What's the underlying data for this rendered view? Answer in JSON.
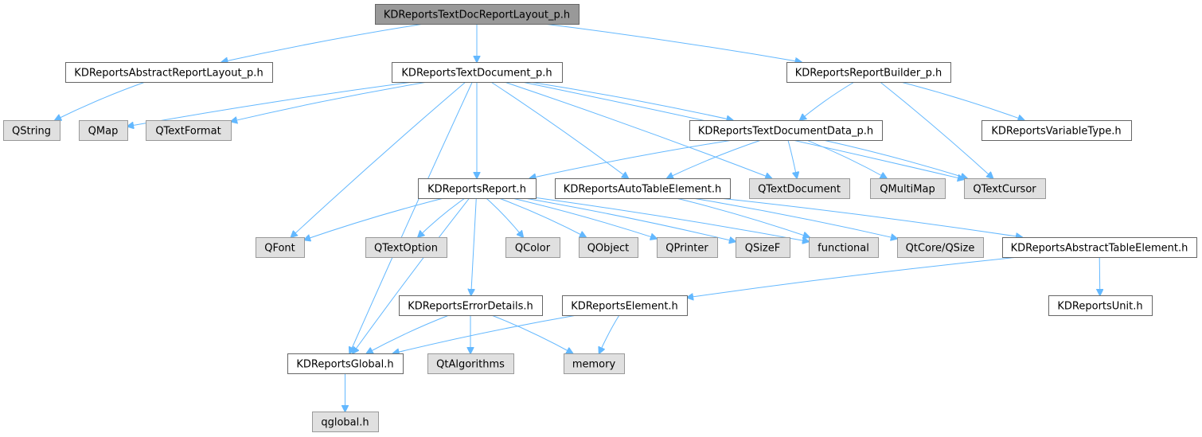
{
  "colors": {
    "edge": "#63b8ff",
    "root_fill": "#999999",
    "root_stroke": "#666666",
    "file_fill": "#ffffff",
    "file_stroke": "#666666",
    "external_fill": "#e0e0e0",
    "external_stroke": "#999999"
  },
  "nodes": [
    {
      "id": "root",
      "label": "KDReportsTextDocReportLayout_p.h",
      "kind": "root"
    },
    {
      "id": "abslayout",
      "label": "KDReportsAbstractReportLayout_p.h",
      "kind": "file"
    },
    {
      "id": "textdoc",
      "label": "KDReportsTextDocument_p.h",
      "kind": "file"
    },
    {
      "id": "builder",
      "label": "KDReportsReportBuilder_p.h",
      "kind": "file"
    },
    {
      "id": "qstring",
      "label": "QString",
      "kind": "external"
    },
    {
      "id": "qmap",
      "label": "QMap",
      "kind": "external"
    },
    {
      "id": "qtextformat",
      "label": "QTextFormat",
      "kind": "external"
    },
    {
      "id": "textdocdata",
      "label": "KDReportsTextDocumentData_p.h",
      "kind": "file"
    },
    {
      "id": "vartype",
      "label": "KDReportsVariableType.h",
      "kind": "file"
    },
    {
      "id": "report",
      "label": "KDReportsReport.h",
      "kind": "file"
    },
    {
      "id": "autotable",
      "label": "KDReportsAutoTableElement.h",
      "kind": "file"
    },
    {
      "id": "qtextdocument",
      "label": "QTextDocument",
      "kind": "external"
    },
    {
      "id": "qmultimap",
      "label": "QMultiMap",
      "kind": "external"
    },
    {
      "id": "qtextcursor",
      "label": "QTextCursor",
      "kind": "external"
    },
    {
      "id": "qfont",
      "label": "QFont",
      "kind": "external"
    },
    {
      "id": "qtextoption",
      "label": "QTextOption",
      "kind": "external"
    },
    {
      "id": "qcolor",
      "label": "QColor",
      "kind": "external"
    },
    {
      "id": "qobject",
      "label": "QObject",
      "kind": "external"
    },
    {
      "id": "qprinter",
      "label": "QPrinter",
      "kind": "external"
    },
    {
      "id": "qsizef",
      "label": "QSizeF",
      "kind": "external"
    },
    {
      "id": "functional",
      "label": "functional",
      "kind": "external"
    },
    {
      "id": "qtcoreqsize",
      "label": "QtCore/QSize",
      "kind": "external"
    },
    {
      "id": "abstable",
      "label": "KDReportsAbstractTableElement.h",
      "kind": "file"
    },
    {
      "id": "errordetails",
      "label": "KDReportsErrorDetails.h",
      "kind": "file"
    },
    {
      "id": "element",
      "label": "KDReportsElement.h",
      "kind": "file"
    },
    {
      "id": "unit",
      "label": "KDReportsUnit.h",
      "kind": "file"
    },
    {
      "id": "global",
      "label": "KDReportsGlobal.h",
      "kind": "file"
    },
    {
      "id": "qtalgorithms",
      "label": "QtAlgorithms",
      "kind": "external"
    },
    {
      "id": "memory",
      "label": "memory",
      "kind": "external"
    },
    {
      "id": "qglobal",
      "label": "qglobal.h",
      "kind": "external"
    }
  ],
  "edges": [
    [
      "root",
      "abslayout"
    ],
    [
      "root",
      "textdoc"
    ],
    [
      "root",
      "builder"
    ],
    [
      "abslayout",
      "qstring"
    ],
    [
      "textdoc",
      "qmap"
    ],
    [
      "textdoc",
      "qtextformat"
    ],
    [
      "textdoc",
      "textdocdata"
    ],
    [
      "textdoc",
      "report"
    ],
    [
      "textdoc",
      "autotable"
    ],
    [
      "textdoc",
      "qtextdocument"
    ],
    [
      "textdoc",
      "qtextcursor"
    ],
    [
      "textdoc",
      "qfont"
    ],
    [
      "textdoc",
      "global"
    ],
    [
      "builder",
      "textdocdata"
    ],
    [
      "builder",
      "vartype"
    ],
    [
      "builder",
      "qtextcursor"
    ],
    [
      "textdocdata",
      "report"
    ],
    [
      "textdocdata",
      "autotable"
    ],
    [
      "textdocdata",
      "qtextdocument"
    ],
    [
      "textdocdata",
      "qmultimap"
    ],
    [
      "textdocdata",
      "qtextcursor"
    ],
    [
      "report",
      "qfont"
    ],
    [
      "report",
      "qtextoption"
    ],
    [
      "report",
      "qcolor"
    ],
    [
      "report",
      "qobject"
    ],
    [
      "report",
      "qprinter"
    ],
    [
      "report",
      "qsizef"
    ],
    [
      "report",
      "functional"
    ],
    [
      "report",
      "errordetails"
    ],
    [
      "report",
      "global"
    ],
    [
      "autotable",
      "functional"
    ],
    [
      "autotable",
      "qtcoreqsize"
    ],
    [
      "autotable",
      "abstable"
    ],
    [
      "abstable",
      "element"
    ],
    [
      "abstable",
      "unit"
    ],
    [
      "errordetails",
      "global"
    ],
    [
      "errordetails",
      "qtalgorithms"
    ],
    [
      "errordetails",
      "memory"
    ],
    [
      "element",
      "global"
    ],
    [
      "element",
      "memory"
    ],
    [
      "global",
      "qglobal"
    ]
  ]
}
